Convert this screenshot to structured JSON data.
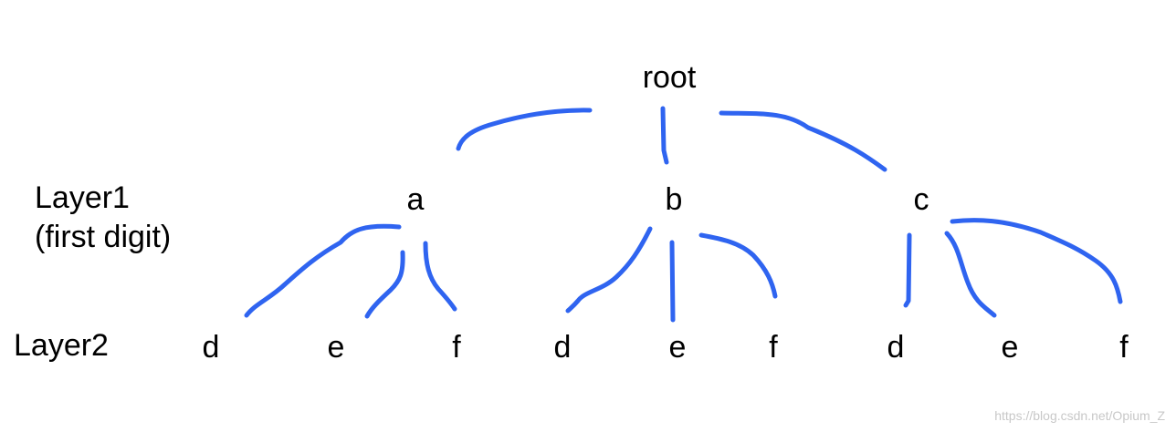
{
  "colors": {
    "edge": "#2f64f0",
    "text": "#000000",
    "watermark": "#c8c8c8"
  },
  "root": {
    "label": "root"
  },
  "layer1": {
    "label_line1": "Layer1",
    "label_line2": "(first digit)",
    "nodes": [
      {
        "label": "a"
      },
      {
        "label": "b"
      },
      {
        "label": "c"
      }
    ]
  },
  "layer2": {
    "label": "Layer2",
    "nodes": [
      {
        "label": "d"
      },
      {
        "label": "e"
      },
      {
        "label": "f"
      },
      {
        "label": "d"
      },
      {
        "label": "e"
      },
      {
        "label": "f"
      },
      {
        "label": "d"
      },
      {
        "label": "e"
      },
      {
        "label": "f"
      }
    ]
  },
  "watermark": "https://blog.csdn.net/Opium_Z"
}
